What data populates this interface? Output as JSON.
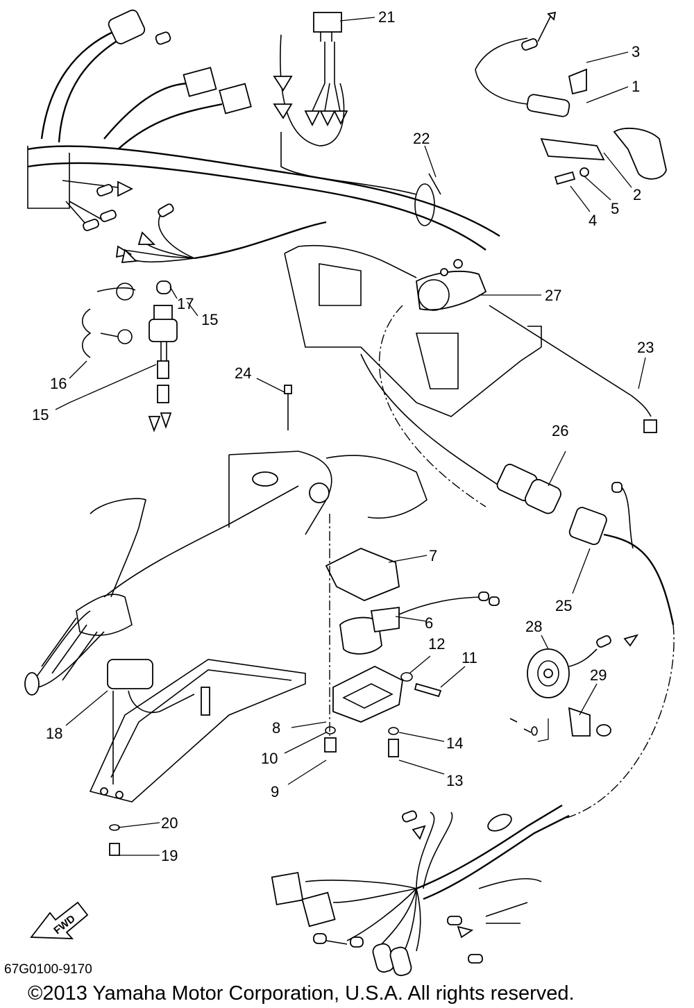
{
  "diagram": {
    "drawing_code": "67G0100-9170",
    "copyright": "©2013 Yamaha Motor Corporation, U.S.A. All rights reserved.",
    "direction_badge": "FWD",
    "part_labels": [
      {
        "key": "p1",
        "text": "1"
      },
      {
        "key": "p2",
        "text": "2"
      },
      {
        "key": "p3",
        "text": "3"
      },
      {
        "key": "p4",
        "text": "4"
      },
      {
        "key": "p5",
        "text": "5"
      },
      {
        "key": "p6",
        "text": "6"
      },
      {
        "key": "p7",
        "text": "7"
      },
      {
        "key": "p8",
        "text": "8"
      },
      {
        "key": "p9",
        "text": "9"
      },
      {
        "key": "p10",
        "text": "10"
      },
      {
        "key": "p11",
        "text": "11"
      },
      {
        "key": "p12",
        "text": "12"
      },
      {
        "key": "p13",
        "text": "13"
      },
      {
        "key": "p14",
        "text": "14"
      },
      {
        "key": "p15a",
        "text": "15"
      },
      {
        "key": "p15b",
        "text": "15"
      },
      {
        "key": "p16",
        "text": "16"
      },
      {
        "key": "p17",
        "text": "17"
      },
      {
        "key": "p18",
        "text": "18"
      },
      {
        "key": "p19",
        "text": "19"
      },
      {
        "key": "p20",
        "text": "20"
      },
      {
        "key": "p21",
        "text": "21"
      },
      {
        "key": "p22",
        "text": "22"
      },
      {
        "key": "p23",
        "text": "23"
      },
      {
        "key": "p24",
        "text": "24"
      },
      {
        "key": "p25",
        "text": "25"
      },
      {
        "key": "p26",
        "text": "26"
      },
      {
        "key": "p27",
        "text": "27"
      },
      {
        "key": "p28",
        "text": "28"
      },
      {
        "key": "p29",
        "text": "29"
      }
    ]
  }
}
